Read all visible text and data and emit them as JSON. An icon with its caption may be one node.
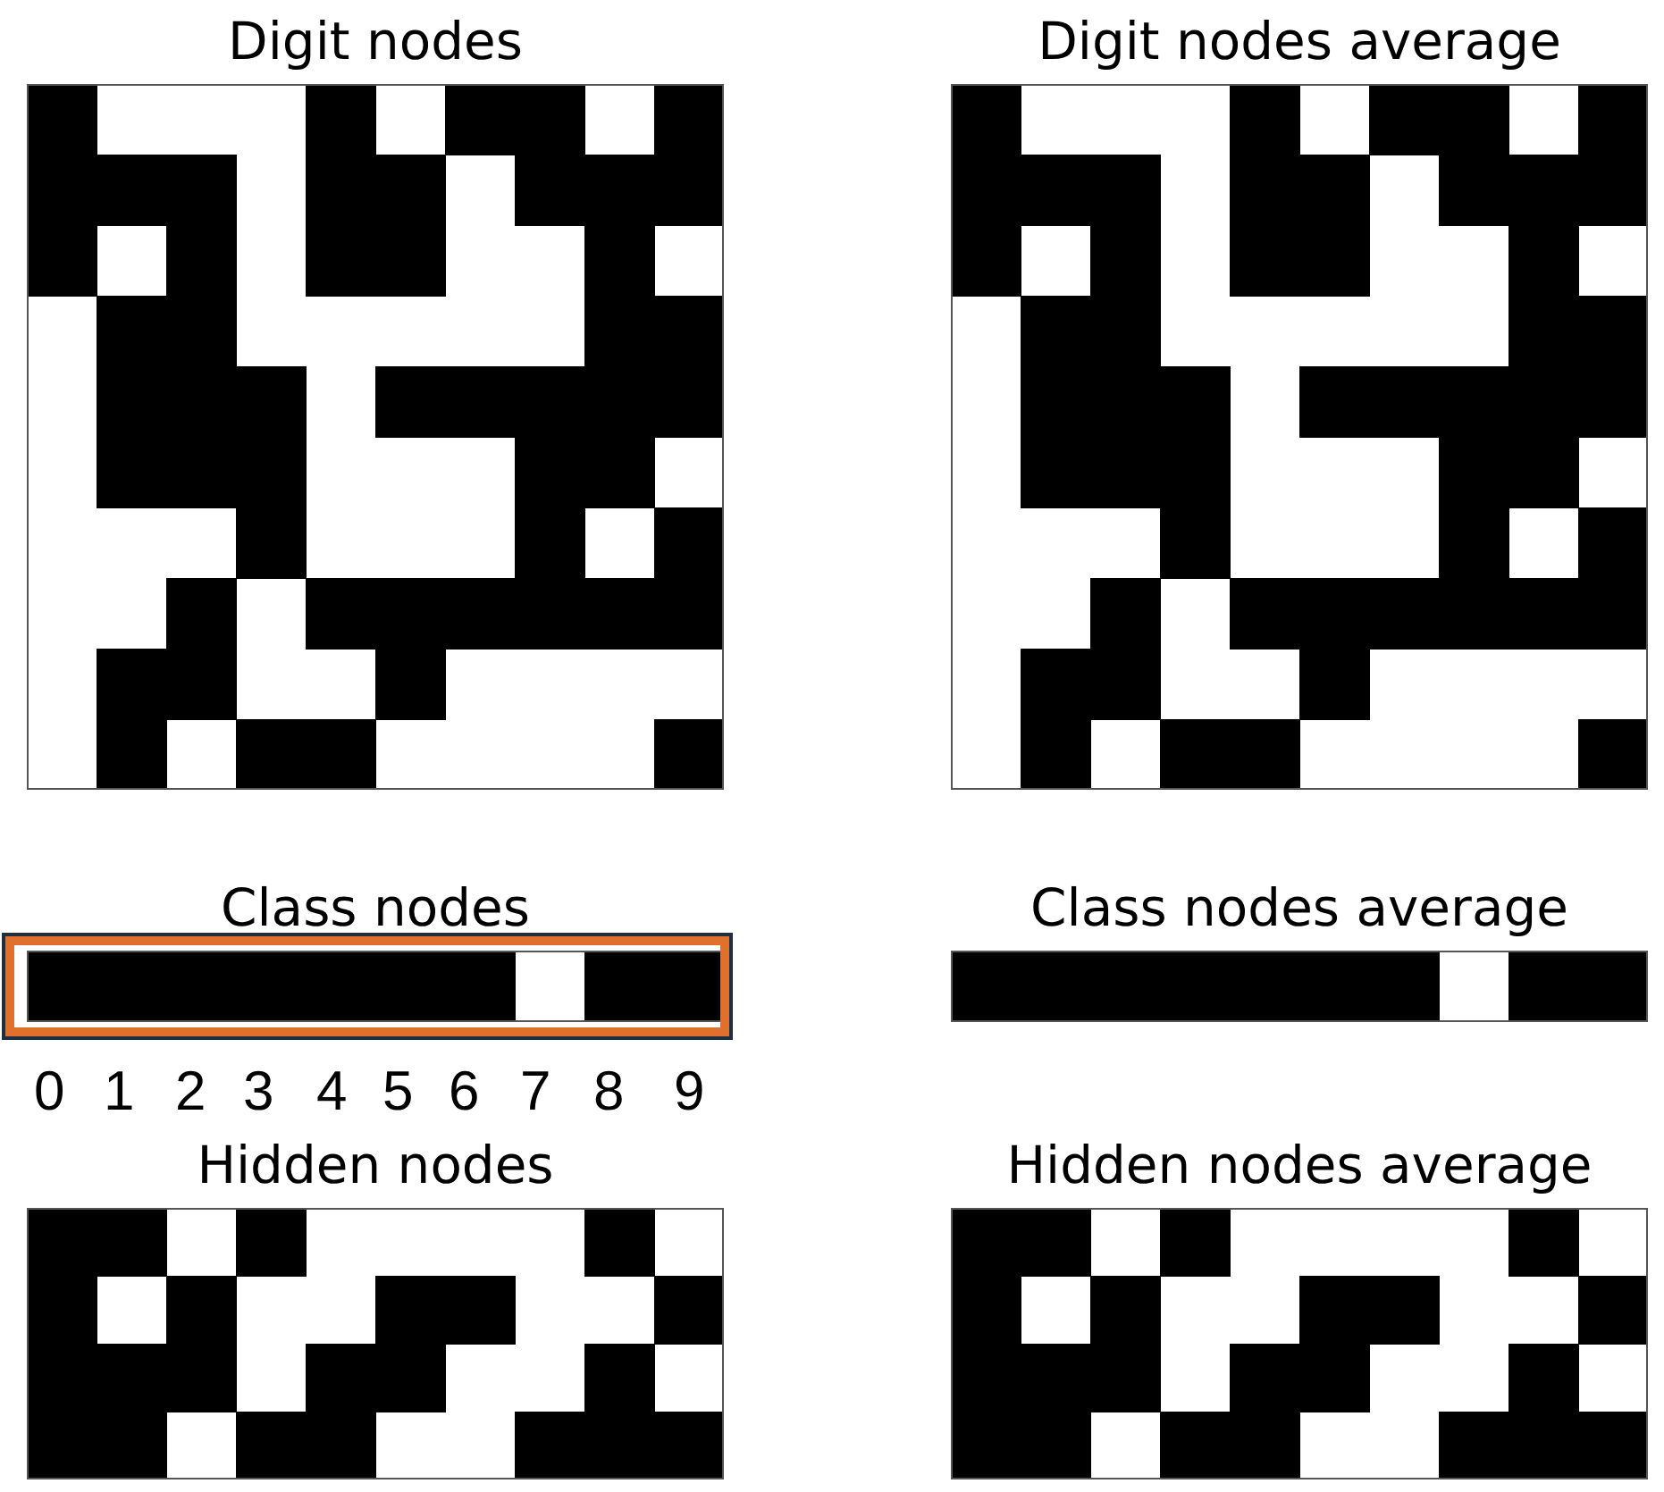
{
  "diagram": {
    "nodes": [
      {
        "text": [
          "Digit nodes"
        ]
      },
      {
        "text": [
          "Digit nodes average"
        ]
      },
      {
        "text": [
          "Class nodes"
        ]
      },
      {
        "text": [
          "Class nodes average"
        ]
      },
      {
        "text": [
          "Hidden nodes"
        ]
      },
      {
        "text": [
          "Hidden nodes average"
        ]
      }
    ],
    "edges": [],
    "labels": [
      "0",
      "1",
      "2",
      "3",
      "4",
      "5",
      "6",
      "7",
      "8",
      "9"
    ]
  }
}
